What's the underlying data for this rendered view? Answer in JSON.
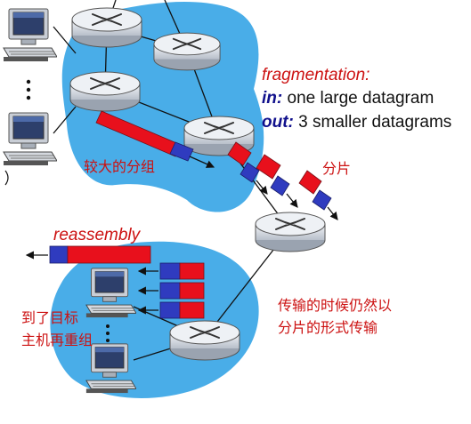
{
  "labels": {
    "fragmentation_title": "fragmentation:",
    "in_keyword": "in:",
    "in_text": " one large datagram",
    "out_keyword": "out:",
    "out_text": " 3 smaller datagrams",
    "large_packet_cn": "较大的分组",
    "fragment_cn": "分片",
    "reassembly": "reassembly",
    "arrived_line1": "到了目标",
    "arrived_line2": "主机再重组",
    "transmit_line1": "传输的时候仍然以",
    "transmit_line2": "分片的形式传输"
  },
  "colors": {
    "network_cloud": "#3aa6e6",
    "packet_header": "#2f3bbf",
    "packet_payload": "#e8101c",
    "router_fill": "#e4e8ee",
    "text_red": "#cc1111",
    "text_blue": "#10108c"
  },
  "icons": {
    "router": "router-icon",
    "computer": "computer-icon"
  }
}
